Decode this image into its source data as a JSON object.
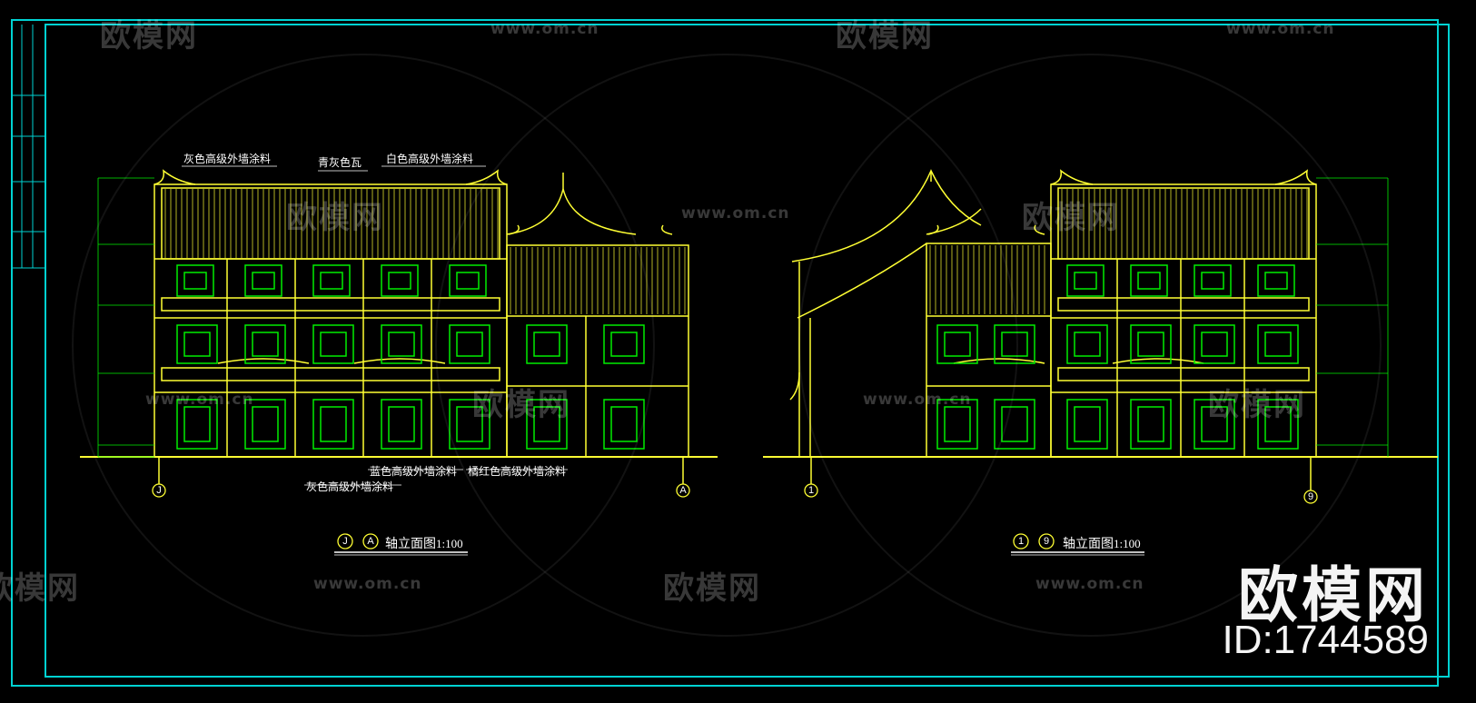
{
  "drawing": {
    "colors": {
      "background": "#000000",
      "frame": "#00d2d2",
      "building": "#ffff33",
      "detail": "#00ee00",
      "text": "#ffffff"
    },
    "left_view": {
      "title_axis_start": "J",
      "title_axis_end": "A",
      "title_text": "轴立面图",
      "scale": "1:100",
      "axis_left": "J",
      "axis_right": "A"
    },
    "right_view": {
      "title_axis_start": "1",
      "title_axis_end": "9",
      "title_text": "轴立面图",
      "scale": "1:100",
      "axis_left": "1",
      "axis_right": "9"
    },
    "material_notes": [
      "灰色高级外墙涂料",
      "青灰色瓦",
      "白色高级外墙涂料",
      "蓝色高级外墙涂料",
      "橘红色高级外墙涂料",
      "灰色高级外墙涂料"
    ]
  },
  "watermark": {
    "logo_text": "欧模网",
    "url_text": "www.om.cn",
    "brand_text": "欧模网",
    "id_text": "ID:1744589"
  }
}
